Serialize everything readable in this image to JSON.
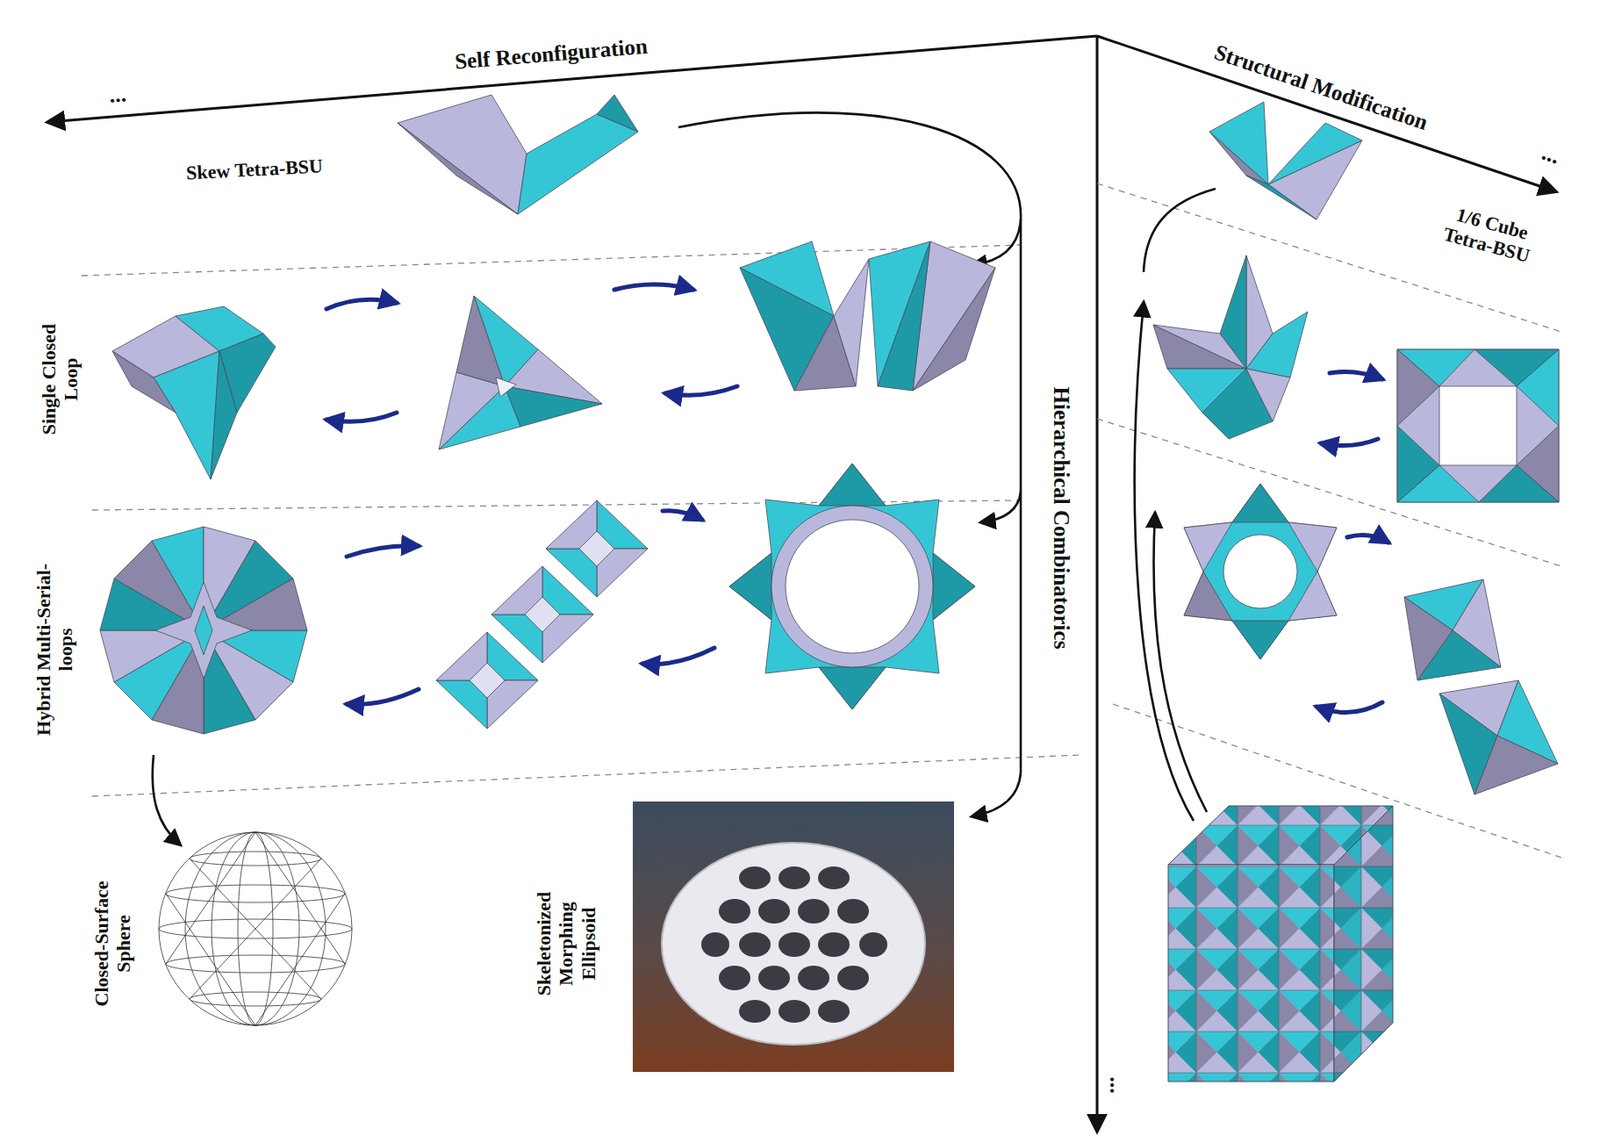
{
  "diagram": {
    "labels": [
      "...",
      "Self Reconfiguration",
      "Structural Modification",
      "...",
      "Skew Tetra-BSU",
      "1/6 Cube Tetra-BSU",
      "Single Closed Loop",
      "Hierarchical Combinatorics",
      "Hybrid Multi-Serial-loops",
      "Closed-Surface Sphere",
      "Skeletonized Morphing Ellipsoid",
      "..."
    ]
  }
}
